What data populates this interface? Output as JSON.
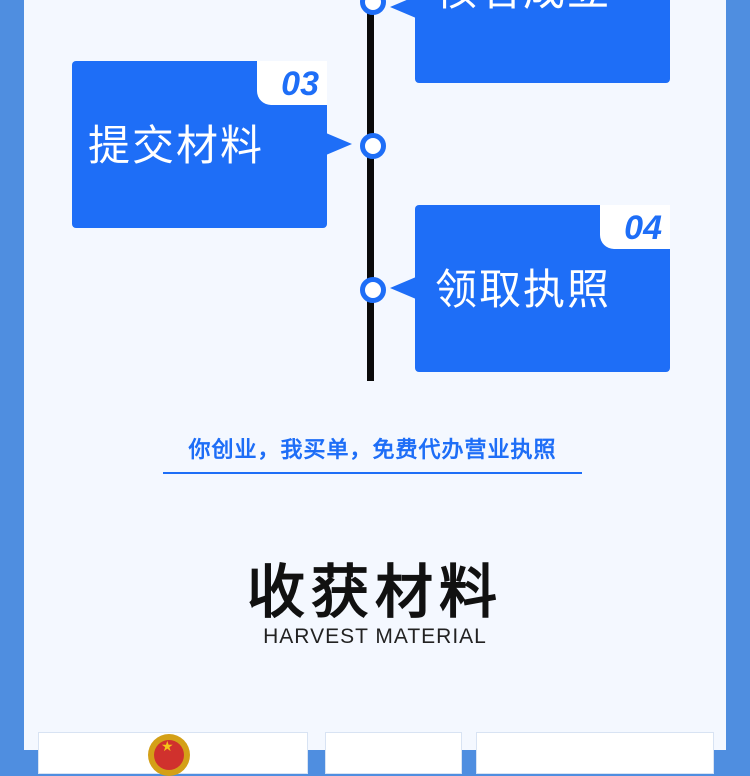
{
  "colors": {
    "accent": "#1e6ef7",
    "frame": "#4f8ee0",
    "panel": "#f4f8ff",
    "timeline": "#0a0a0a"
  },
  "timeline": {
    "steps": [
      {
        "number": "",
        "title": "核名成立"
      },
      {
        "number": "03",
        "title": "提交材料"
      },
      {
        "number": "04",
        "title": "领取执照"
      }
    ]
  },
  "slogan": "你创业，我买单，免费代办营业执照",
  "section": {
    "title": "收获材料",
    "subtitle": "HARVEST MATERIAL"
  },
  "documents": {
    "seal_icon": "national-emblem-icon"
  }
}
